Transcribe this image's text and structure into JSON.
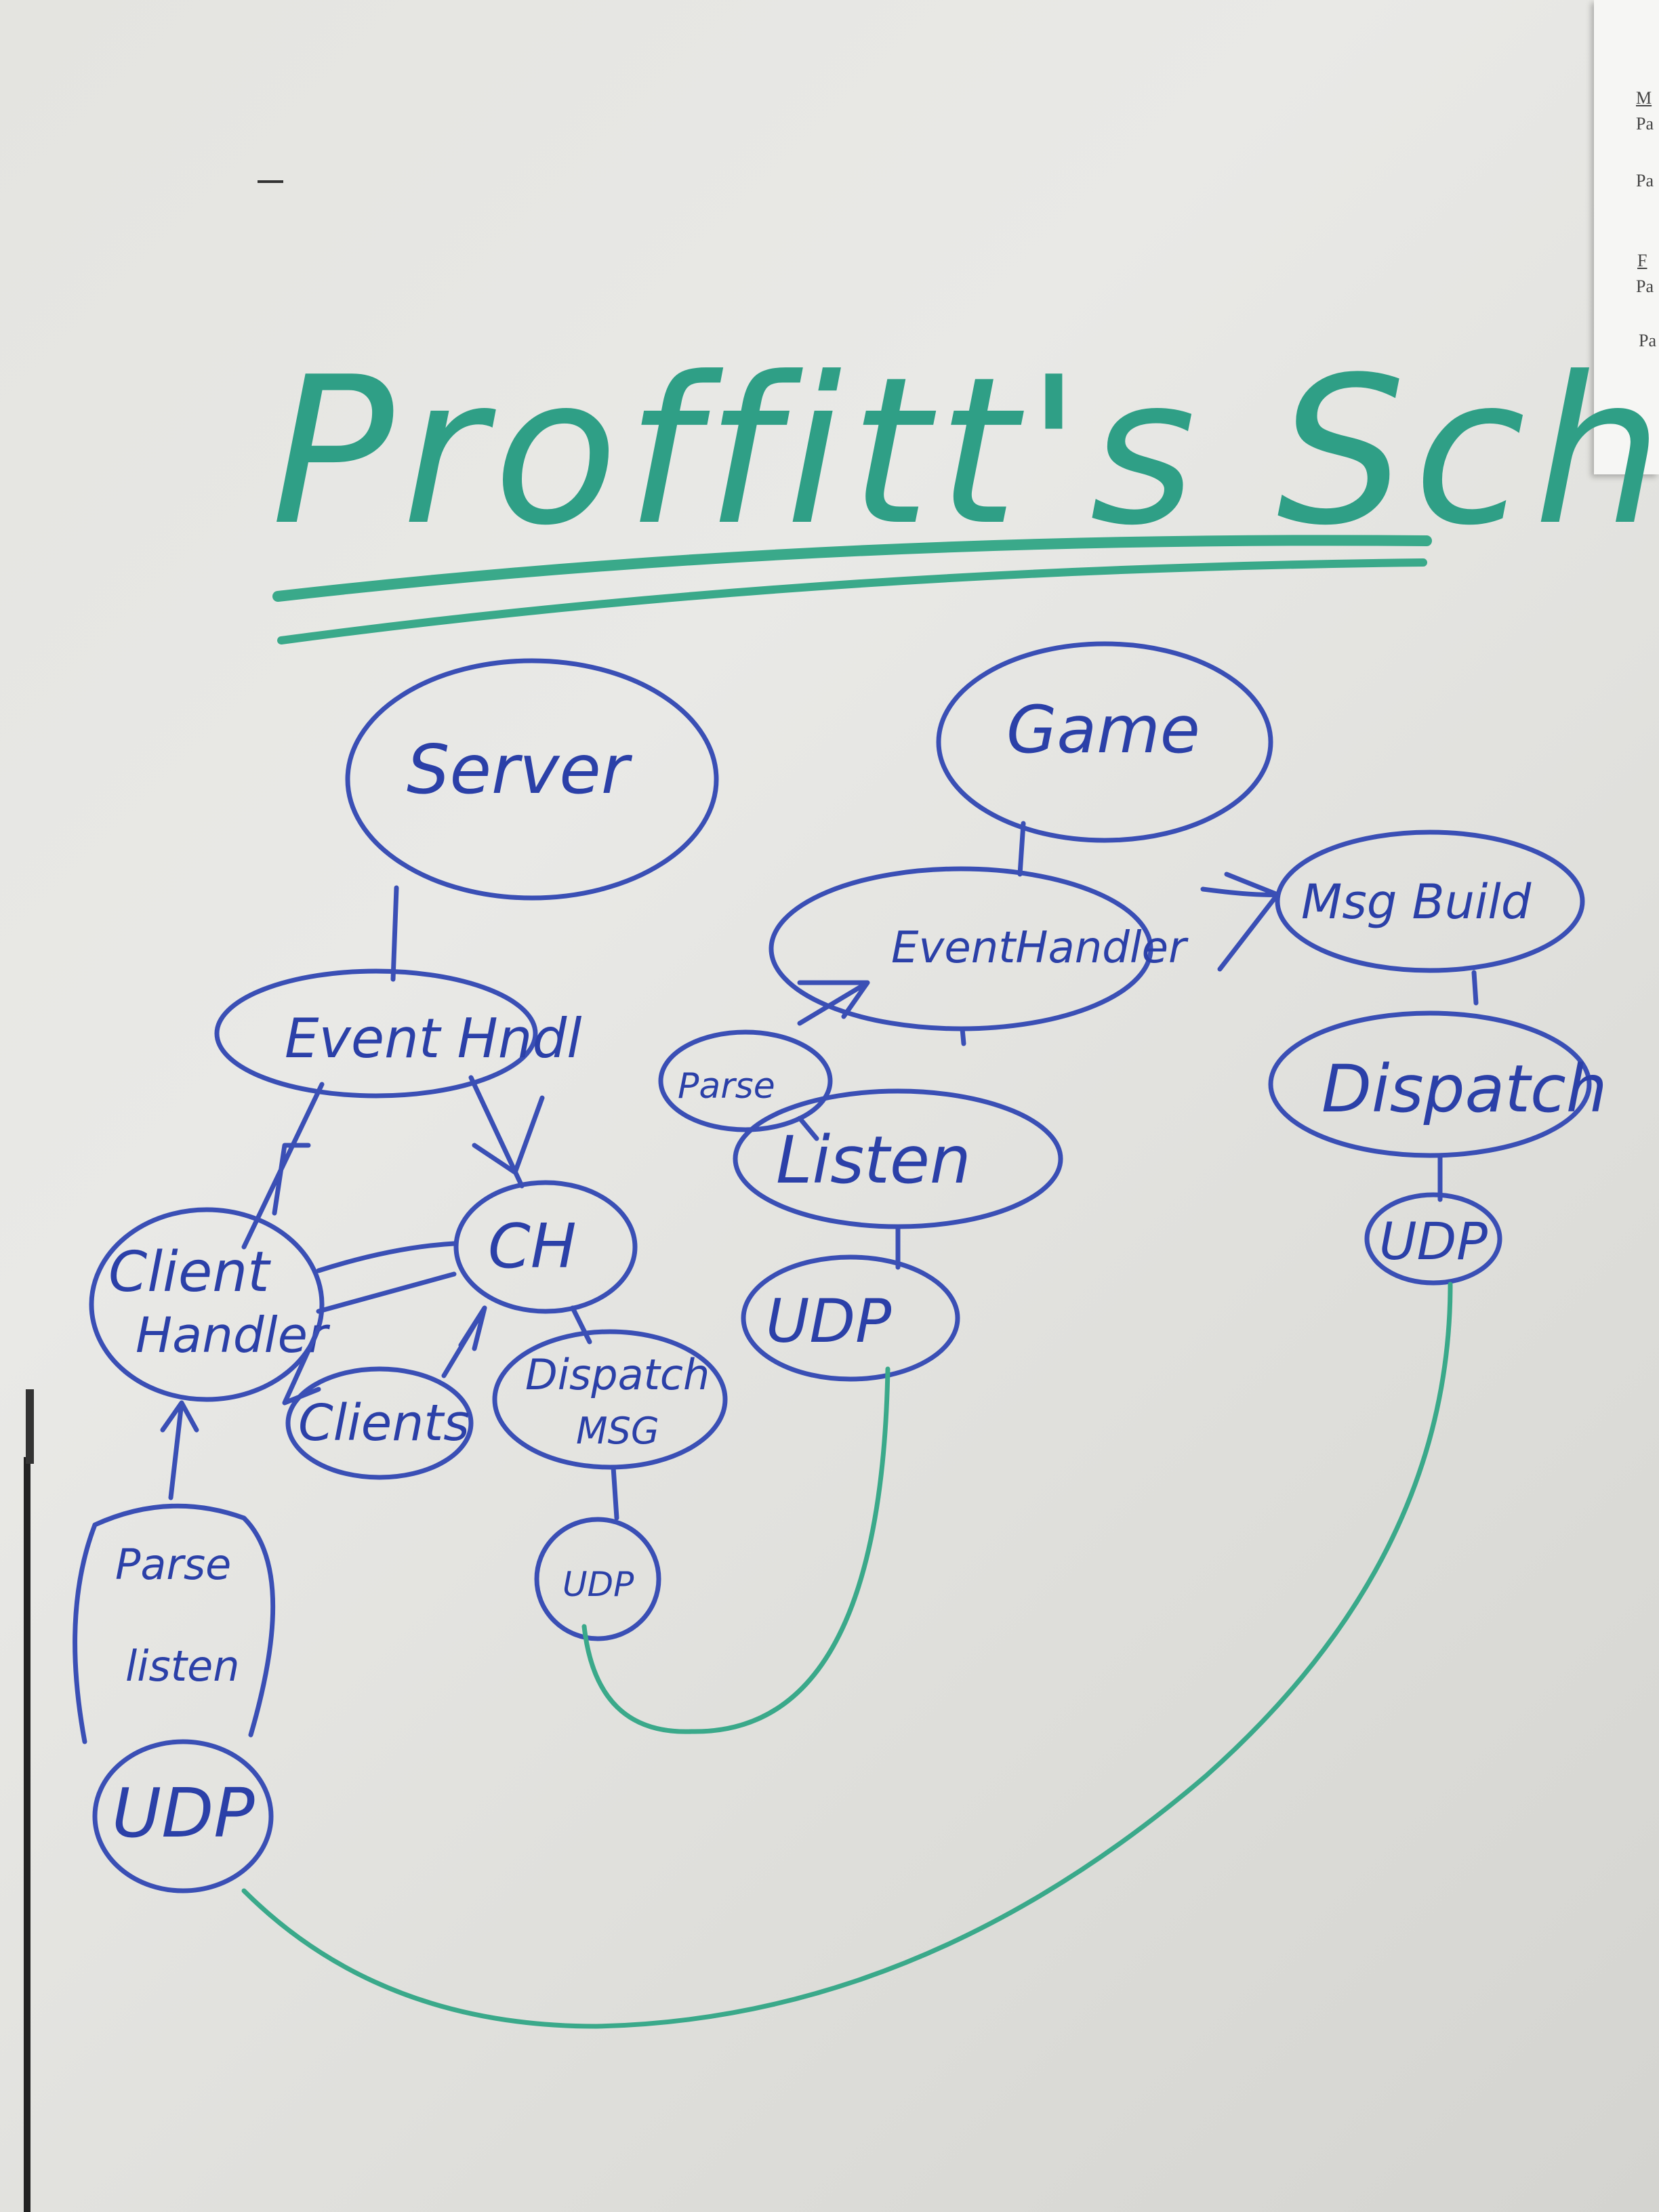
{
  "title": "Proffitt's Schema",
  "nodes": {
    "server": "Server",
    "event_hndl": "Event Hndl",
    "ch": "CH",
    "client_handler_1": "Client",
    "client_handler_2": "Handler",
    "clients": "Clients",
    "dispatch_msg_1": "Dispatch",
    "dispatch_msg_2": "MSG",
    "udp_left_small": "UDP",
    "parse": "Parse",
    "listen": "listen",
    "udp_bottom": "UDP",
    "game": "Game",
    "event_handler": "EventHandler",
    "parse_right": "Parse",
    "listen_right": "Listen",
    "udp_middle": "UDP",
    "msg_build": "Msg Build",
    "dispatch": "Dispatch",
    "udp_right": "UDP"
  },
  "paper_note": {
    "lines": [
      "M",
      "Pa",
      "Pa",
      "F",
      "Pa",
      "Pa"
    ]
  },
  "colors": {
    "title_ink": "#2f9f86",
    "node_ink": "#2b40a8",
    "connection_ink": "#3aa98a"
  }
}
